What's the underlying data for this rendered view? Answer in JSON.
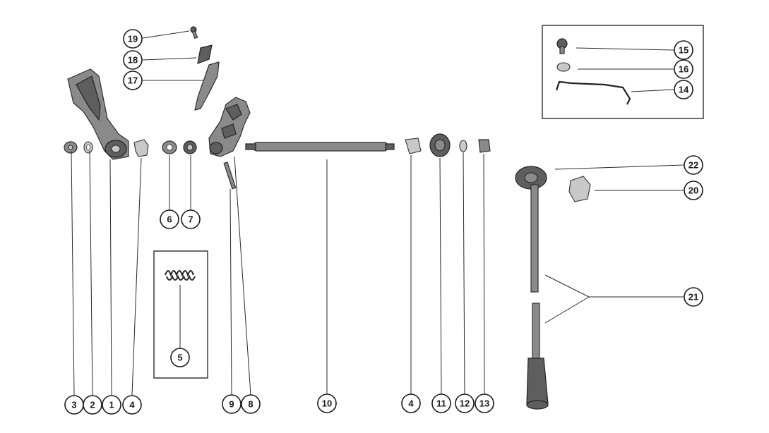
{
  "callouts": [
    {
      "id": "c3",
      "label": "3"
    },
    {
      "id": "c2",
      "label": "2"
    },
    {
      "id": "c1",
      "label": "1"
    },
    {
      "id": "c4a",
      "label": "4"
    },
    {
      "id": "c9",
      "label": "9"
    },
    {
      "id": "c8",
      "label": "8"
    },
    {
      "id": "c10",
      "label": "10"
    },
    {
      "id": "c4b",
      "label": "4"
    },
    {
      "id": "c11",
      "label": "11"
    },
    {
      "id": "c12",
      "label": "12"
    },
    {
      "id": "c13",
      "label": "13"
    },
    {
      "id": "c6",
      "label": "6"
    },
    {
      "id": "c7",
      "label": "7"
    },
    {
      "id": "c5",
      "label": "5"
    },
    {
      "id": "c19",
      "label": "19"
    },
    {
      "id": "c18",
      "label": "18"
    },
    {
      "id": "c17",
      "label": "17"
    },
    {
      "id": "c15",
      "label": "15"
    },
    {
      "id": "c16",
      "label": "16"
    },
    {
      "id": "c14",
      "label": "14"
    },
    {
      "id": "c22",
      "label": "22"
    },
    {
      "id": "c20",
      "label": "20"
    },
    {
      "id": "c21",
      "label": "21"
    }
  ]
}
